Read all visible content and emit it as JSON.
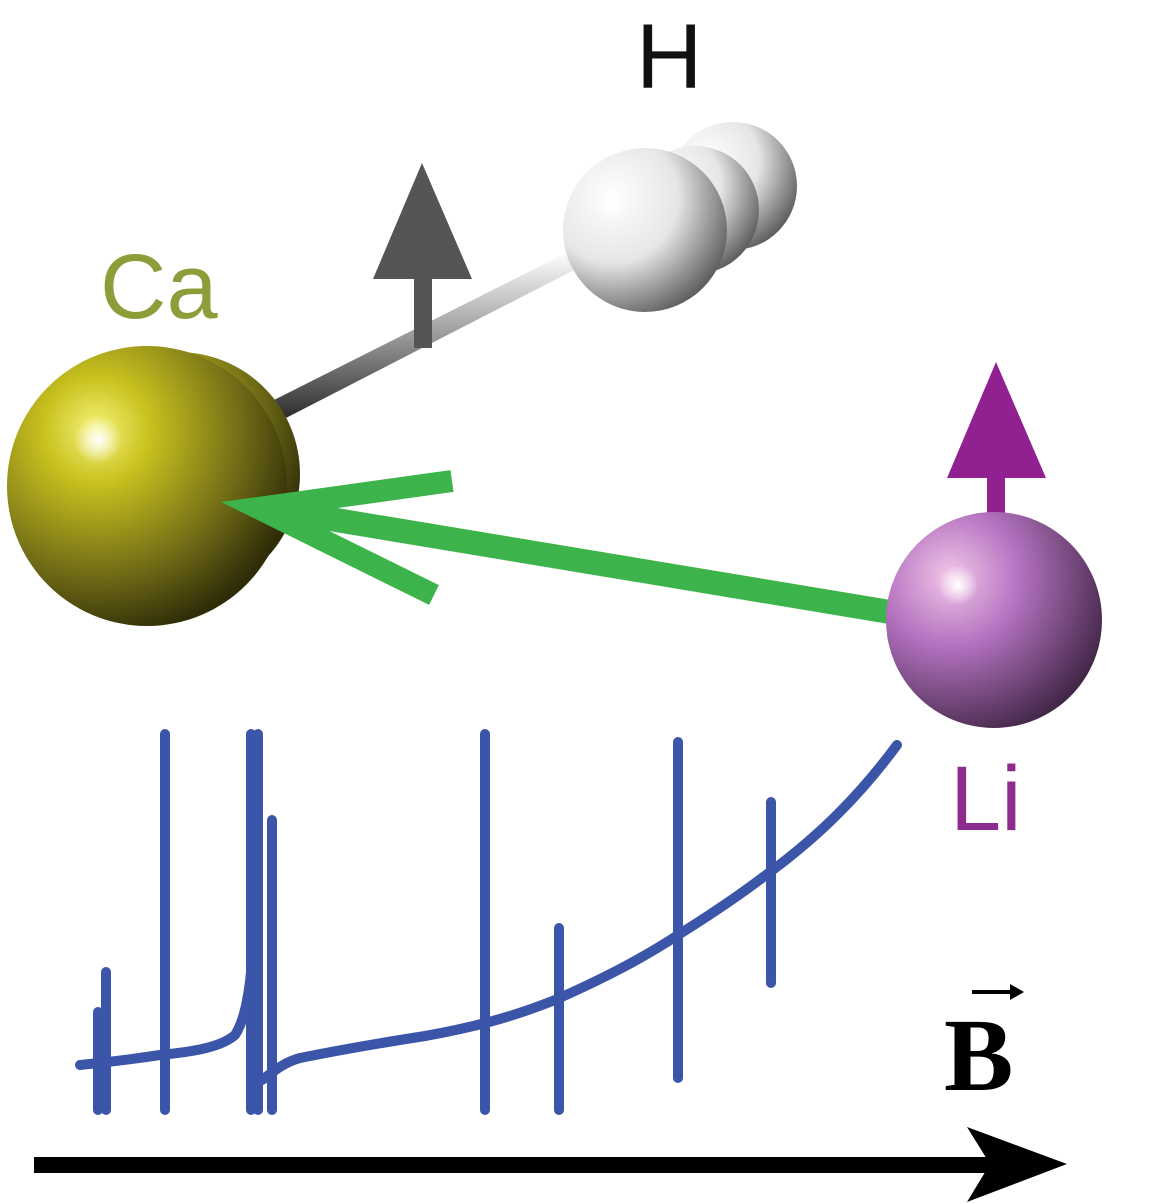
{
  "atoms": [
    {
      "label": "Ca",
      "color": "#8c9e3a"
    },
    {
      "label": "H",
      "color": "#111111"
    },
    {
      "label": "Li",
      "color": "#8e2b8e"
    }
  ],
  "field": {
    "label": "B"
  },
  "colors": {
    "calcium_sphere": "#c8c020",
    "hydrogen_sphere": "#e8e8e8",
    "lithium_sphere": "#b070c0",
    "bond": "#9a9a9a",
    "spin_arrow_h": "#555555",
    "spin_arrow_li": "#912191",
    "interaction_arrow": "#3cb44b",
    "trace": "#3b55a8",
    "field_arrow": "#000000"
  },
  "icons": [
    "calcium-atom-icon",
    "hydrogen-atom-icon",
    "lithium-atom-icon",
    "spin-up-arrow-icon",
    "field-axis-arrow-icon"
  ]
}
